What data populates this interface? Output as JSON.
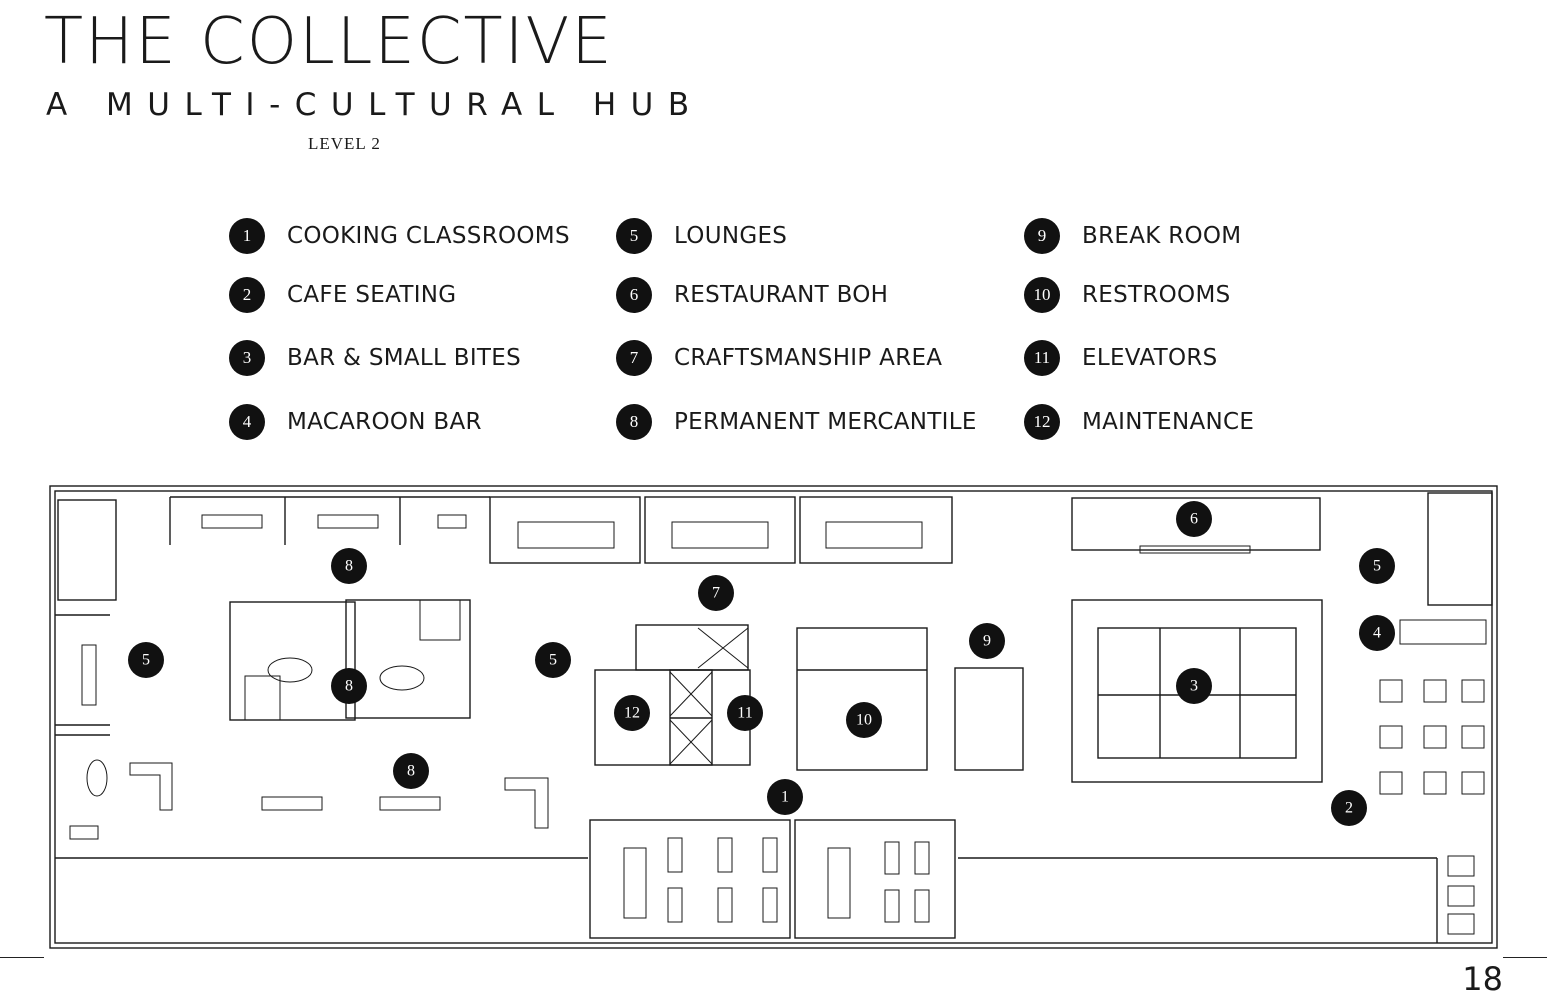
{
  "header": {
    "title": "THE COLLECTIVE",
    "subtitle": "A MULTI-CULTURAL HUB",
    "level": "LEVEL 2"
  },
  "legend": [
    {
      "num": "1",
      "label": "COOKING CLASSROOMS"
    },
    {
      "num": "2",
      "label": "CAFE SEATING"
    },
    {
      "num": "3",
      "label": "BAR & SMALL BITES"
    },
    {
      "num": "4",
      "label": "MACAROON BAR"
    },
    {
      "num": "5",
      "label": "LOUNGES"
    },
    {
      "num": "6",
      "label": "RESTAURANT BOH"
    },
    {
      "num": "7",
      "label": "CRAFTSMANSHIP AREA"
    },
    {
      "num": "8",
      "label": "PERMANENT MERCANTILE"
    },
    {
      "num": "9",
      "label": "BREAK ROOM"
    },
    {
      "num": "10",
      "label": "RESTROOMS"
    },
    {
      "num": "11",
      "label": "ELEVATORS"
    },
    {
      "num": "12",
      "label": "MAINTENANCE"
    }
  ],
  "plan_markers": [
    "8",
    "5",
    "8",
    "5",
    "8",
    "7",
    "12",
    "11",
    "10",
    "9",
    "6",
    "5",
    "4",
    "3",
    "1",
    "2"
  ],
  "page_number": "18"
}
